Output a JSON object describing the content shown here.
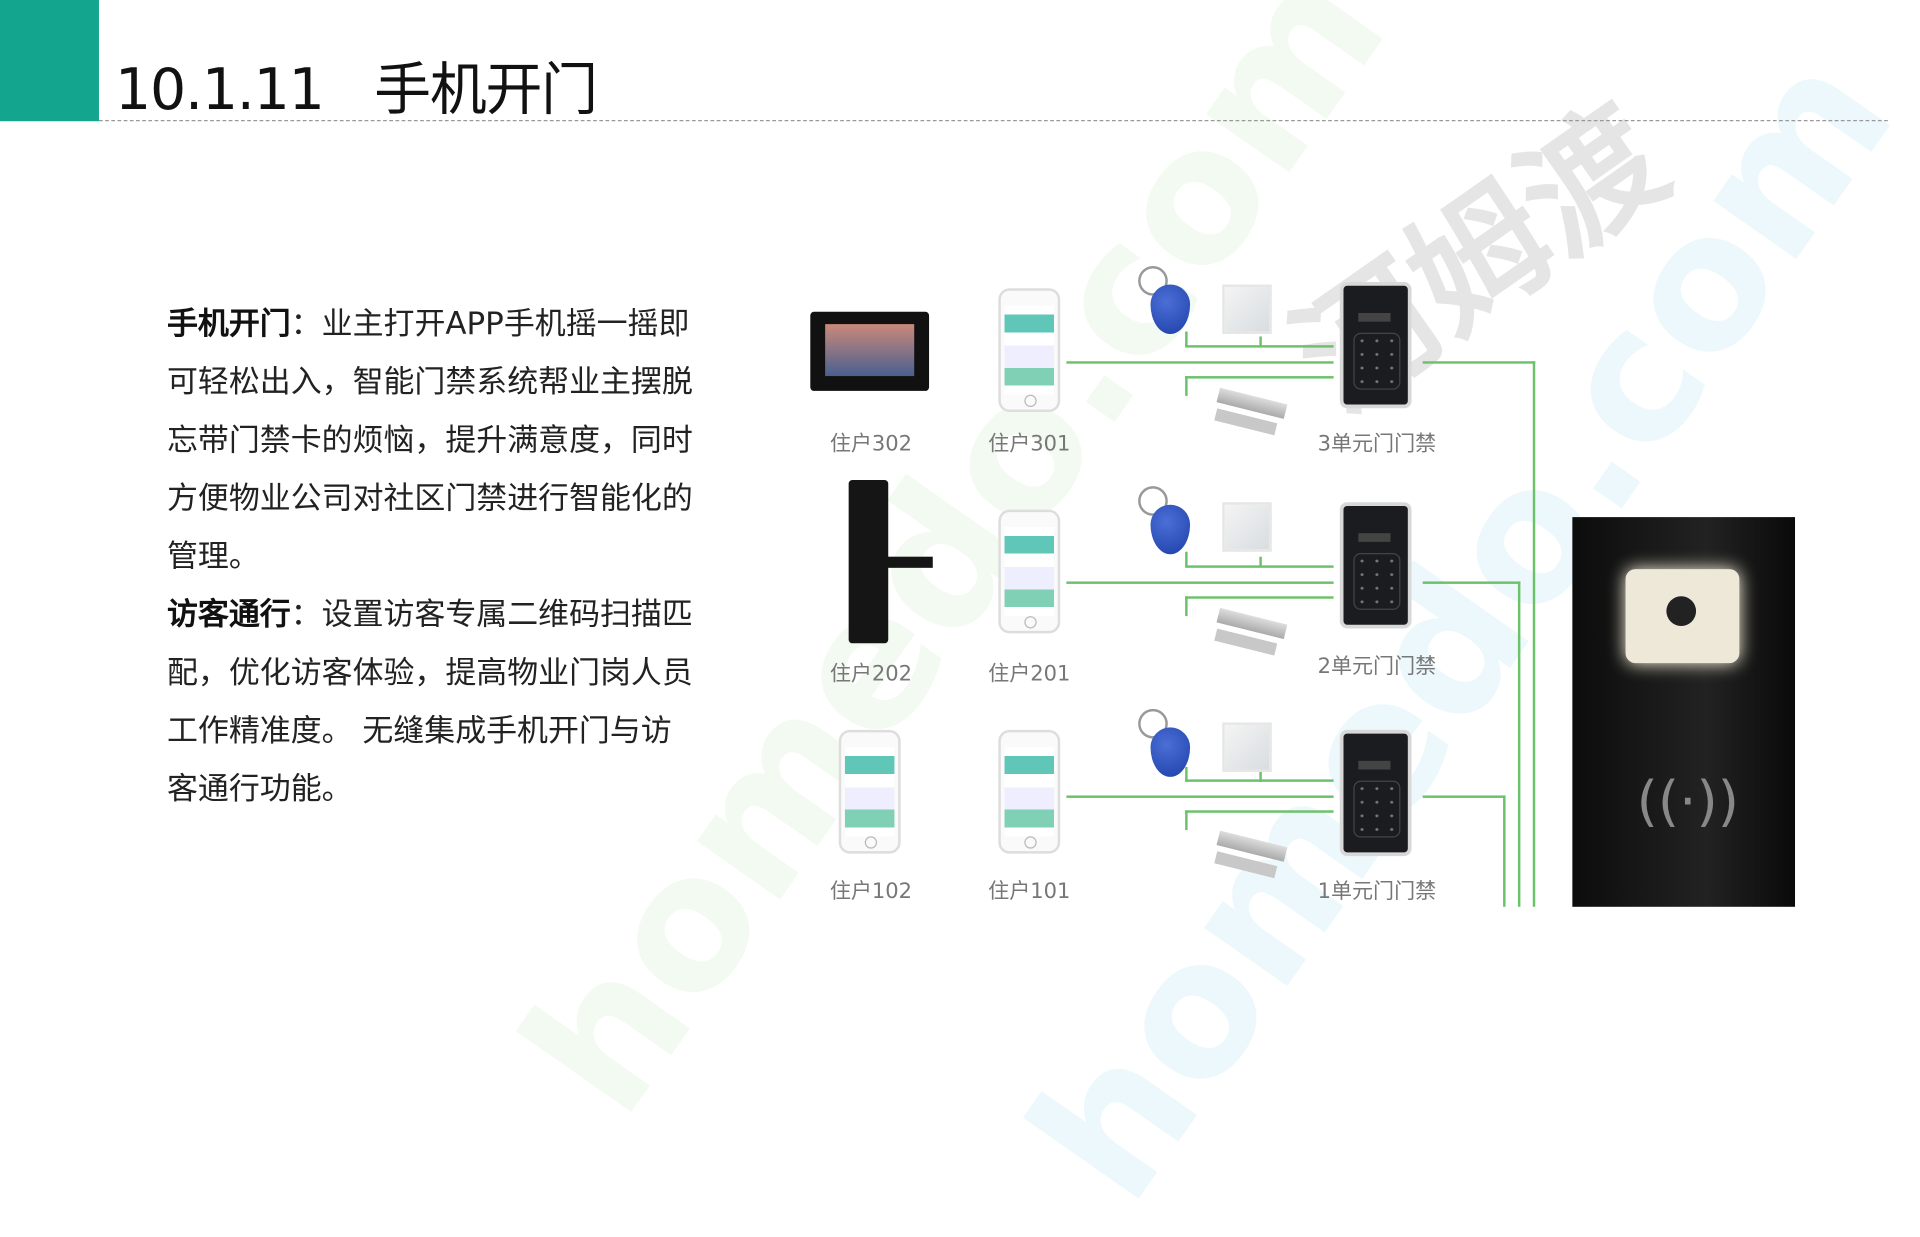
{
  "header": {
    "section_number": "10.1.11",
    "title": "手机开门",
    "accent_color": "#14a58f"
  },
  "body": {
    "paragraphs": [
      {
        "bold": "手机开门",
        "text": "：业主打开APP手机摇一摇即可轻松出入，智能门禁系统帮业主摆脱忘带门禁卡的烦恼，提升满意度，同时方便物业公司对社区门禁进行智能化的管理。"
      },
      {
        "bold": "访客通行",
        "text": "：设置访客专属二维码扫描匹配，优化访客体验，提高物业门岗人员工作精准度。 无缝集成手机开门与访客通行功能。"
      }
    ]
  },
  "diagram": {
    "residents": [
      "住户302",
      "住户301",
      "住户202",
      "住户201",
      "住户102",
      "住户101"
    ],
    "units": [
      "3单元门门禁",
      "2单元门门禁",
      "1单元门门禁"
    ],
    "line_color": "#6cc26a"
  },
  "watermark": {
    "text1": "homedo.com",
    "text2": "homedo.com",
    "text3": "河姆渡"
  }
}
